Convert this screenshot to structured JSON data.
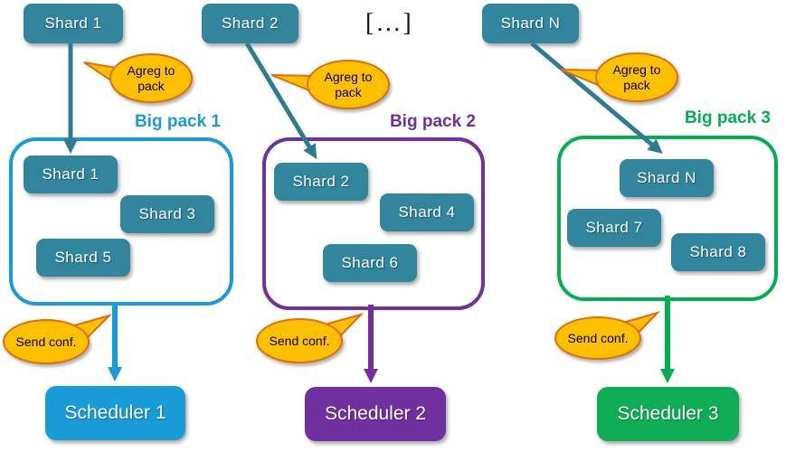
{
  "diagram": {
    "ellipsis_label": "[…]",
    "columns": [
      {
        "input_shard": "Shard 1",
        "agreg_label": "Agreg to pack",
        "pack_title": "Big pack 1",
        "pack_shards": [
          "Shard 1",
          "Shard 3",
          "Shard 5"
        ],
        "send_label": "Send conf.",
        "scheduler_label": "Scheduler 1",
        "accent_color": "#189BD7"
      },
      {
        "input_shard": "Shard 2",
        "agreg_label": "Agreg to pack",
        "pack_title": "Big pack 2",
        "pack_shards": [
          "Shard 2",
          "Shard 4",
          "Shard 6"
        ],
        "send_label": "Send conf.",
        "scheduler_label": "Scheduler 2",
        "accent_color": "#7030A0"
      },
      {
        "input_shard": "Shard N",
        "agreg_label": "Agreg to pack",
        "pack_title": "Big pack 3",
        "pack_shards": [
          "Shard N",
          "Shard 7",
          "Shard 8"
        ],
        "send_label": "Send conf.",
        "scheduler_label": "Scheduler 3",
        "accent_color": "#00B050"
      }
    ],
    "colors": {
      "shard_fill": "#31859C",
      "arrow_teal": "#2E7C91",
      "bubble_fill": "#FFC000",
      "bubble_border": "#E36C0A",
      "pack1_blue": "#189BD7",
      "pack2_purple": "#7030A0",
      "pack3_green": "#00B050",
      "scheduler3_green": "#0EAC55"
    }
  }
}
